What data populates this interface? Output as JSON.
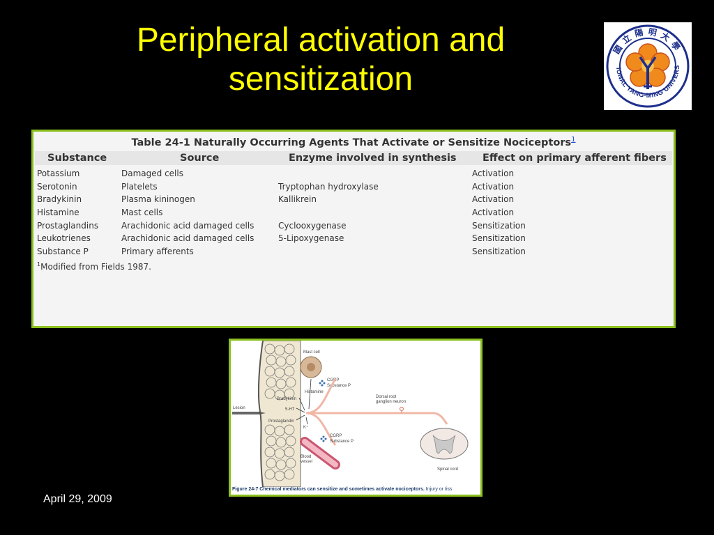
{
  "slide": {
    "title_line1": "Peripheral activation and",
    "title_line2": "sensitization",
    "date": "April 29, 2009"
  },
  "logo": {
    "name": "NATIONAL YANG-MING UNIVERSITY",
    "chinese_text": "國立陽明大學"
  },
  "table": {
    "caption": "Table 24-1 Naturally Occurring Agents That Activate or Sensitize Nociceptors",
    "caption_ref": "1",
    "headers": [
      "Substance",
      "Source",
      "Enzyme involved in synthesis",
      "Effect on primary afferent fibers"
    ],
    "rows": [
      [
        "Potassium",
        "Damaged cells",
        "",
        "Activation"
      ],
      [
        "Serotonin",
        "Platelets",
        "Tryptophan hydroxylase",
        "Activation"
      ],
      [
        "Bradykinin",
        "Plasma kininogen",
        "Kallikrein",
        "Activation"
      ],
      [
        "Histamine",
        "Mast cells",
        "",
        "Activation"
      ],
      [
        "Prostaglandins",
        "Arachidonic acid damaged cells",
        "Cyclooxygenase",
        "Sensitization"
      ],
      [
        "Leukotrienes",
        "Arachidonic acid damaged cells",
        "5-Lipoxygenase",
        "Sensitization"
      ],
      [
        "Substance P",
        "Primary afferents",
        "",
        "Sensitization"
      ]
    ],
    "footnote_mark": "1",
    "footnote": "Modified from Fields 1987."
  },
  "figure": {
    "labels": {
      "mast_cell": "Mast cell",
      "cgrp1": "CGRP",
      "substance_p1": "Substance P",
      "histamine": "Histamine",
      "bradykinin": "Bradykinin",
      "ht5": "5-HT",
      "lesion": "Lesion",
      "prostaglandin": "Prostaglandin",
      "k_plus": "K⁺",
      "cgrp2": "CGRP",
      "substance_p2": "Substance P",
      "blood": "Blood",
      "vessel": "vessel",
      "drg1": "Dorsal root",
      "drg2": "ganglion neuron",
      "spinal_cord": "Spinal cord"
    },
    "caption_bold": "Figure 24-7 Chemical mediators can sensitize and sometimes activate nociceptors.",
    "caption_rest": " Injury or tiss"
  }
}
